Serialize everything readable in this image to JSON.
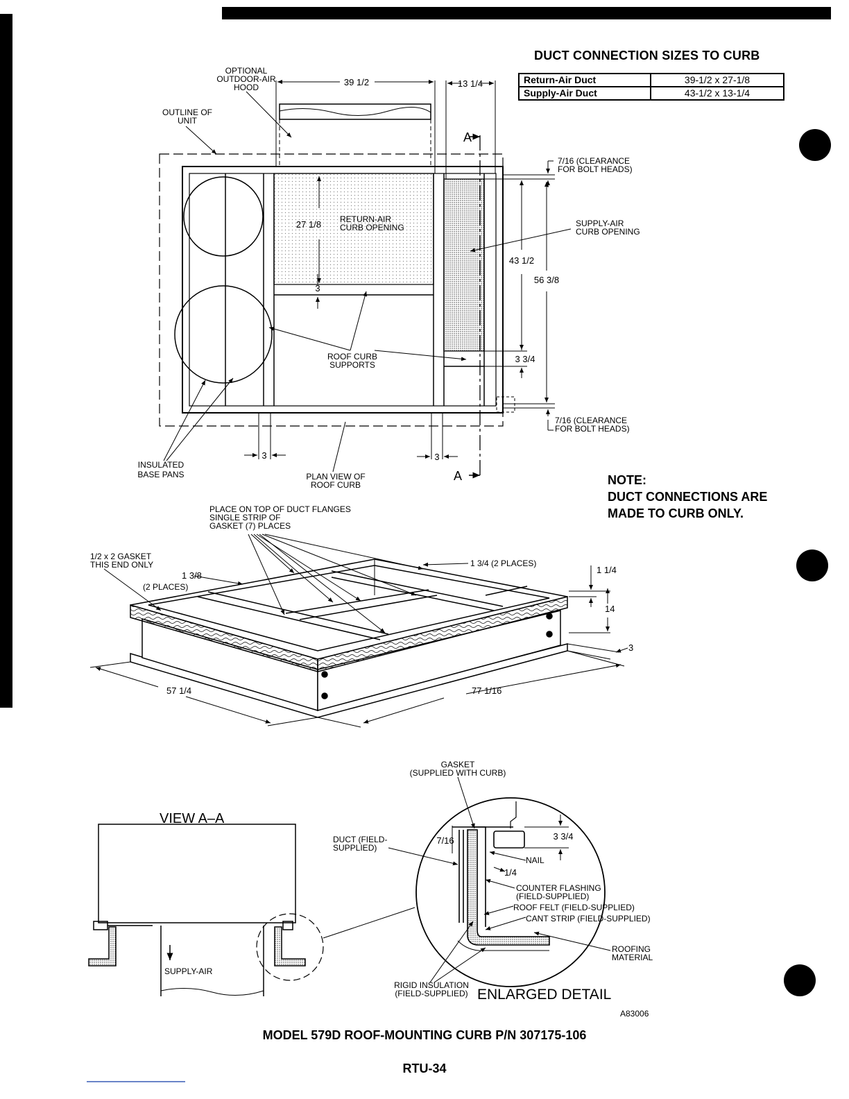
{
  "duct_table": {
    "title": "DUCT CONNECTION SIZES TO CURB",
    "rows": [
      {
        "name": "Return-Air Duct",
        "size": "39-1/2 x 27-1/8"
      },
      {
        "name": "Supply-Air Duct",
        "size": "43-1/2 x 13-1/4"
      }
    ]
  },
  "plan_view": {
    "optional_hood": [
      "OPTIONAL",
      "OUTDOOR-AIR",
      "HOOD"
    ],
    "outline_of_unit": [
      "OUTLINE OF",
      "UNIT"
    ],
    "dim_39": "39 1/2",
    "dim_13": "13 1/4",
    "section_a": "A",
    "clearance_top": [
      "7/16 (CLEARANCE",
      "FOR BOLT HEADS)"
    ],
    "clearance_bottom": [
      "7/16 (CLEARANCE",
      "FOR BOLT HEADS)"
    ],
    "supply_opening": [
      "SUPPLY-AIR",
      "CURB OPENING"
    ],
    "return_opening": [
      "RETURN-AIR",
      "CURB OPENING"
    ],
    "dim_27": "27 1/8",
    "dim_3": "3",
    "dim_43": "43 1/2",
    "dim_56": "56 3/8",
    "dim_3_34": "3 3/4",
    "roof_curb_supports": [
      "ROOF CURB",
      "SUPPORTS"
    ],
    "insulated_base_pans": [
      "INSULATED",
      "BASE PANS"
    ],
    "plan_view_label": [
      "PLAN VIEW OF",
      "ROOF CURB"
    ]
  },
  "iso_view": {
    "gasket_note": [
      "PLACE ON TOP OF DUCT FLANGES",
      "SINGLE STRIP OF",
      "GASKET (7) PLACES"
    ],
    "half_gasket": [
      "1/2 x 2 GASKET",
      "THIS END ONLY"
    ],
    "dim_1_38": "1 3/8",
    "two_places": "(2 PLACES)",
    "dim_1_34": "1 3/4 (2 PLACES)",
    "dim_1_14": "1 1/4",
    "dim_14": "14",
    "dim_3": "3",
    "dim_57": "57 1/4",
    "dim_77": "77 1/16"
  },
  "view_aa": {
    "title": "VIEW A–A",
    "supply_air": "SUPPLY-AIR",
    "duct": [
      "DUCT (FIELD-",
      "SUPPLIED)"
    ]
  },
  "enlarged": {
    "gasket": [
      "GASKET",
      "(SUPPLIED WITH CURB)"
    ],
    "dim_716": "7/16",
    "dim_3_34": "3 3/4",
    "nail": "NAIL",
    "dim_14": "1/4",
    "counter_flashing": [
      "COUNTER FLASHING",
      "(FIELD-SUPPLIED)"
    ],
    "roof_felt": "ROOF FELT (FIELD-SUPPLIED)",
    "cant_strip": "CANT STRIP (FIELD-SUPPLIED)",
    "roofing_material": [
      "ROOFING",
      "MATERIAL"
    ],
    "rigid_insulation": [
      "RIGID INSULATION",
      "(FIELD-SUPPLIED)"
    ],
    "title": "ENLARGED DETAIL"
  },
  "note": [
    "NOTE:",
    "DUCT CONNECTIONS ARE",
    "MADE TO CURB ONLY."
  ],
  "figure_code": "A83006",
  "model_caption": "MODEL 579D ROOF-MOUNTING CURB P/N 307175-106",
  "page_number": "RTU-34"
}
